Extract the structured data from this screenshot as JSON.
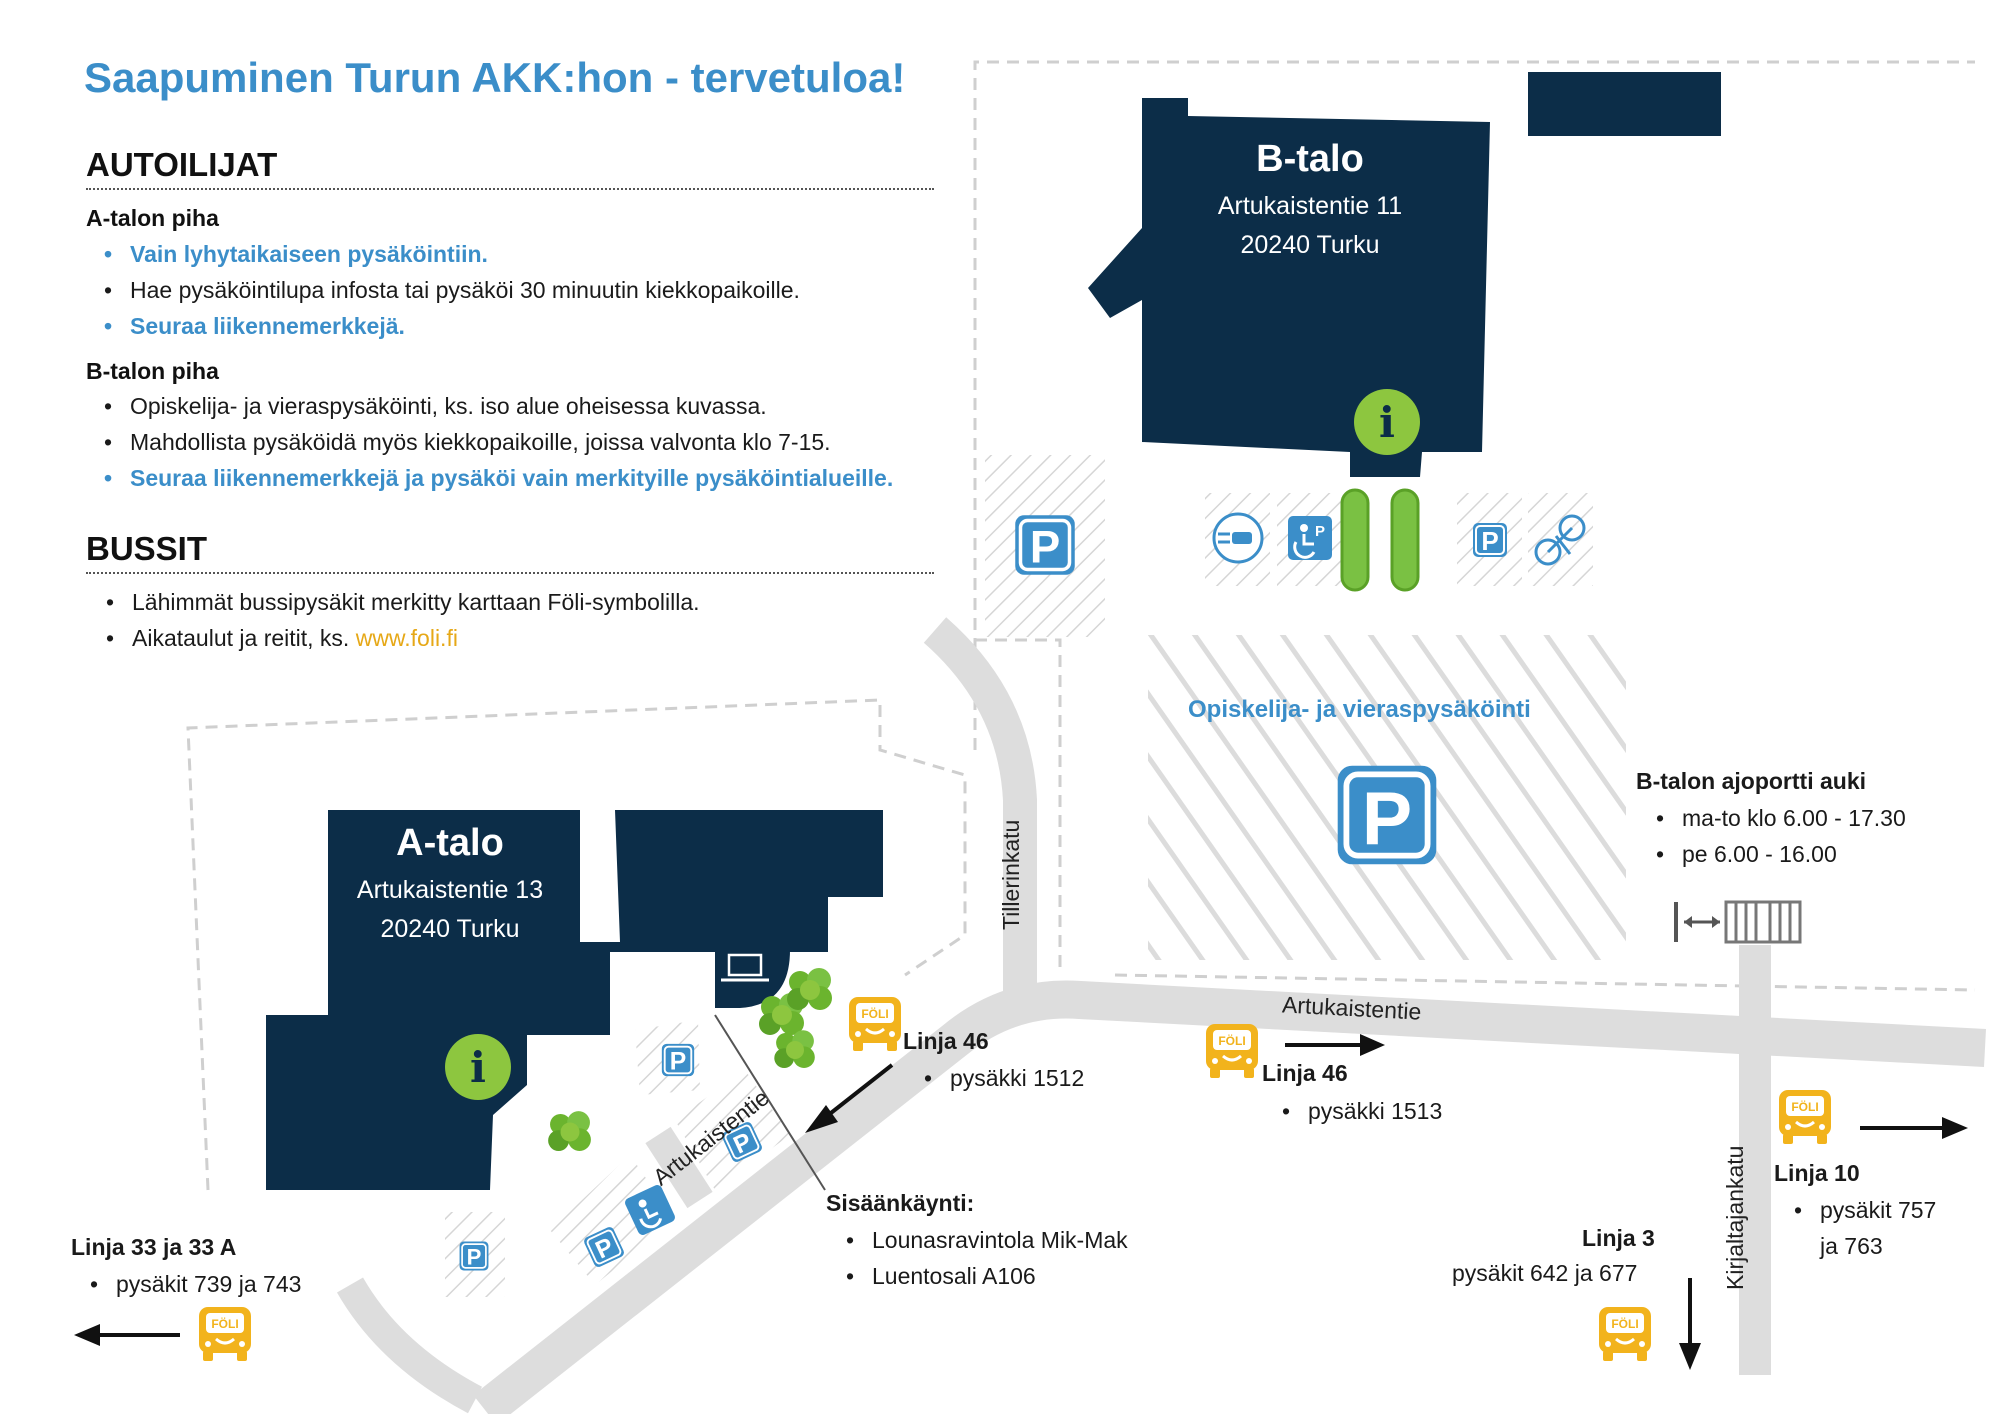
{
  "title": "Saapuminen Turun AKK:hon - tervetuloa!",
  "autoilijat": {
    "heading": "AUTOILIJAT",
    "a_piha": {
      "title": "A-talon piha",
      "items": [
        "Vain lyhytaikaiseen pysäköintiin.",
        "Hae pysäköintilupa infosta tai pysäköi 30 minuutin kiekkopaikoille.",
        "Seuraa liikennemerkkejä."
      ]
    },
    "b_piha": {
      "title": "B-talon piha",
      "items": [
        "Opiskelija- ja vieraspysäköinti, ks. iso alue oheisessa kuvassa.",
        "Mahdollista pysäköidä myös kiekkopaikoille, joissa valvonta klo 7-15.",
        "Seuraa liikennemerkkejä ja pysäköi vain merkityille pysäköintialueille."
      ]
    }
  },
  "bussit": {
    "heading": "BUSSIT",
    "item1": "Lähimmät bussipysäkit merkitty karttaan Föli-symbolilla.",
    "item2_prefix": "Aikataulut ja reitit, ks.",
    "item2_link": "www.foli.fi"
  },
  "buildings": {
    "a": {
      "name": "A-talo",
      "street": "Artukaistentie 13",
      "city": "20240 Turku"
    },
    "b": {
      "name": "B-talo",
      "street": "Artukaistentie 11",
      "city": "20240 Turku"
    }
  },
  "parking_area": {
    "title": "Opiskelija- ja vieraspysäköinti",
    "sign": "P"
  },
  "gate": {
    "title": "B-talon ajoportti auki",
    "hours": [
      "ma-to klo  6.00 - 17.30",
      "pe 6.00 - 16.00"
    ]
  },
  "streets": {
    "artukaistentie_upper": "Artukaistentie",
    "artukaistentie_lower": "Artukaistentie",
    "tillerinkatu": "Tillerinkatu",
    "kirjaltajankatu": "Kirjaltajankatu"
  },
  "bus_stops": {
    "linja46_a": {
      "line": "Linja 46",
      "stop": "pysäkki 1512"
    },
    "linja46_b": {
      "line": "Linja 46",
      "stop": "pysäkki 1513"
    },
    "linja33": {
      "line": "Linja 33 ja 33 A",
      "stop": "pysäkit 739 ja 743"
    },
    "linja3": {
      "line": "Linja 3",
      "stop": "pysäkit 642  ja 677"
    },
    "linja10": {
      "line": "Linja 10",
      "stop1": "pysäkit 757",
      "stop2": "ja 763"
    }
  },
  "entrance": {
    "title": "Sisäänkäynti:",
    "items": [
      "Lounasravintola Mik-Mak",
      "Luentosali A106"
    ]
  },
  "symbols": {
    "info": "i",
    "parking": "P",
    "foli": "FÖLI"
  },
  "colors": {
    "building": "#0c2d48",
    "accent": "#3b8ec9",
    "info_green": "#8dc63f",
    "foli_yellow": "#f2b31c",
    "road": "#dddddd"
  }
}
